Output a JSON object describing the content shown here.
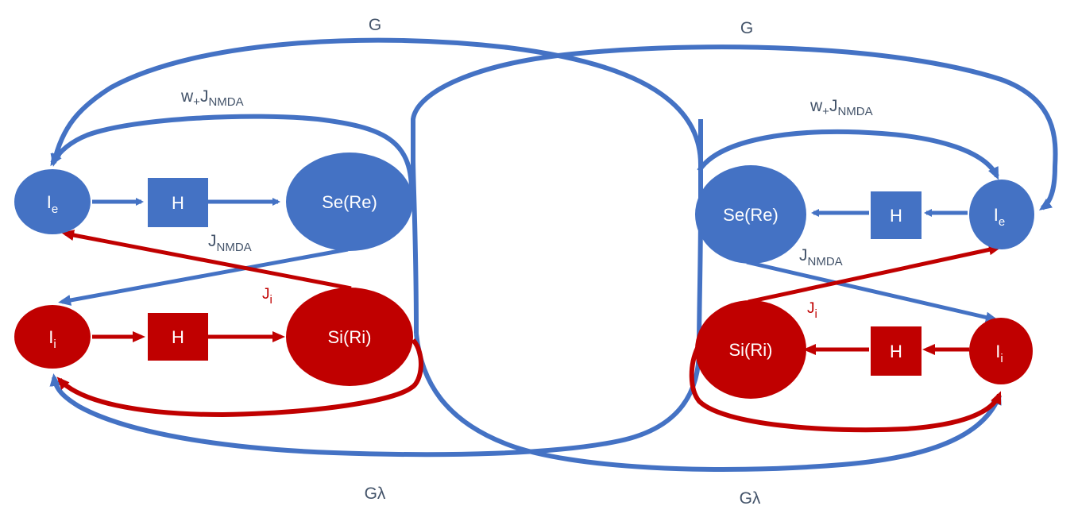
{
  "colors": {
    "blue": "#4472c4",
    "red": "#c00000",
    "label": "#44546a",
    "node_text": "#ffffff"
  },
  "nodes": {
    "left_ie": {
      "main": "I",
      "sub": "e"
    },
    "left_ii": {
      "main": "I",
      "sub": "i"
    },
    "left_h_exc": "H",
    "left_h_inh": "H",
    "left_se": "Se(Re)",
    "left_si": "Si(Ri)",
    "right_ie": {
      "main": "I",
      "sub": "e"
    },
    "right_ii": {
      "main": "I",
      "sub": "i"
    },
    "right_h_exc": "H",
    "right_h_inh": "H",
    "right_se": "Se(Re)",
    "right_si": "Si(Ri)"
  },
  "edge_labels": {
    "g_left": "G",
    "g_right": "G",
    "glambda_left": "Gλ",
    "glambda_right": "Gλ",
    "wj_left": {
      "w": "w",
      "plus": "+",
      "j": "J",
      "sub": "NMDA"
    },
    "wj_right": {
      "w": "w",
      "plus": "+",
      "j": "J",
      "sub": "NMDA"
    },
    "jnmda_left": {
      "main": "J",
      "sub": "NMDA"
    },
    "jnmda_right": {
      "main": "J",
      "sub": "NMDA"
    },
    "ji_left": {
      "main": "J",
      "sub": "i"
    },
    "ji_right": {
      "main": "J",
      "sub": "i"
    }
  }
}
